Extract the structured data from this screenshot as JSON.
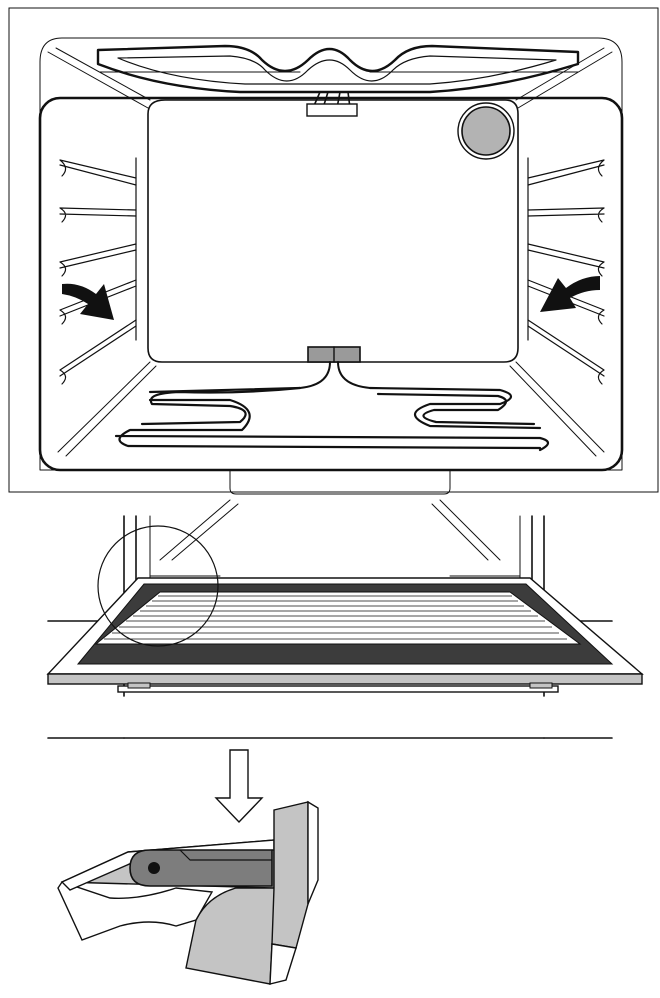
{
  "figure": {
    "panels": [
      "oven-interior-view",
      "oven-door-open-view",
      "door-hinge-detail"
    ],
    "colors": {
      "line": "#111111",
      "background": "#ffffff",
      "lamp": "#b3b3b3",
      "connector": "#9a9a9a",
      "door_seal": "#3c3c3c",
      "hinge_light": "#c4c4c4",
      "hinge_dark": "#7d7d7d"
    },
    "icons": [
      "curved-arrow-left-icon",
      "curved-arrow-right-icon",
      "down-arrow-icon"
    ]
  }
}
